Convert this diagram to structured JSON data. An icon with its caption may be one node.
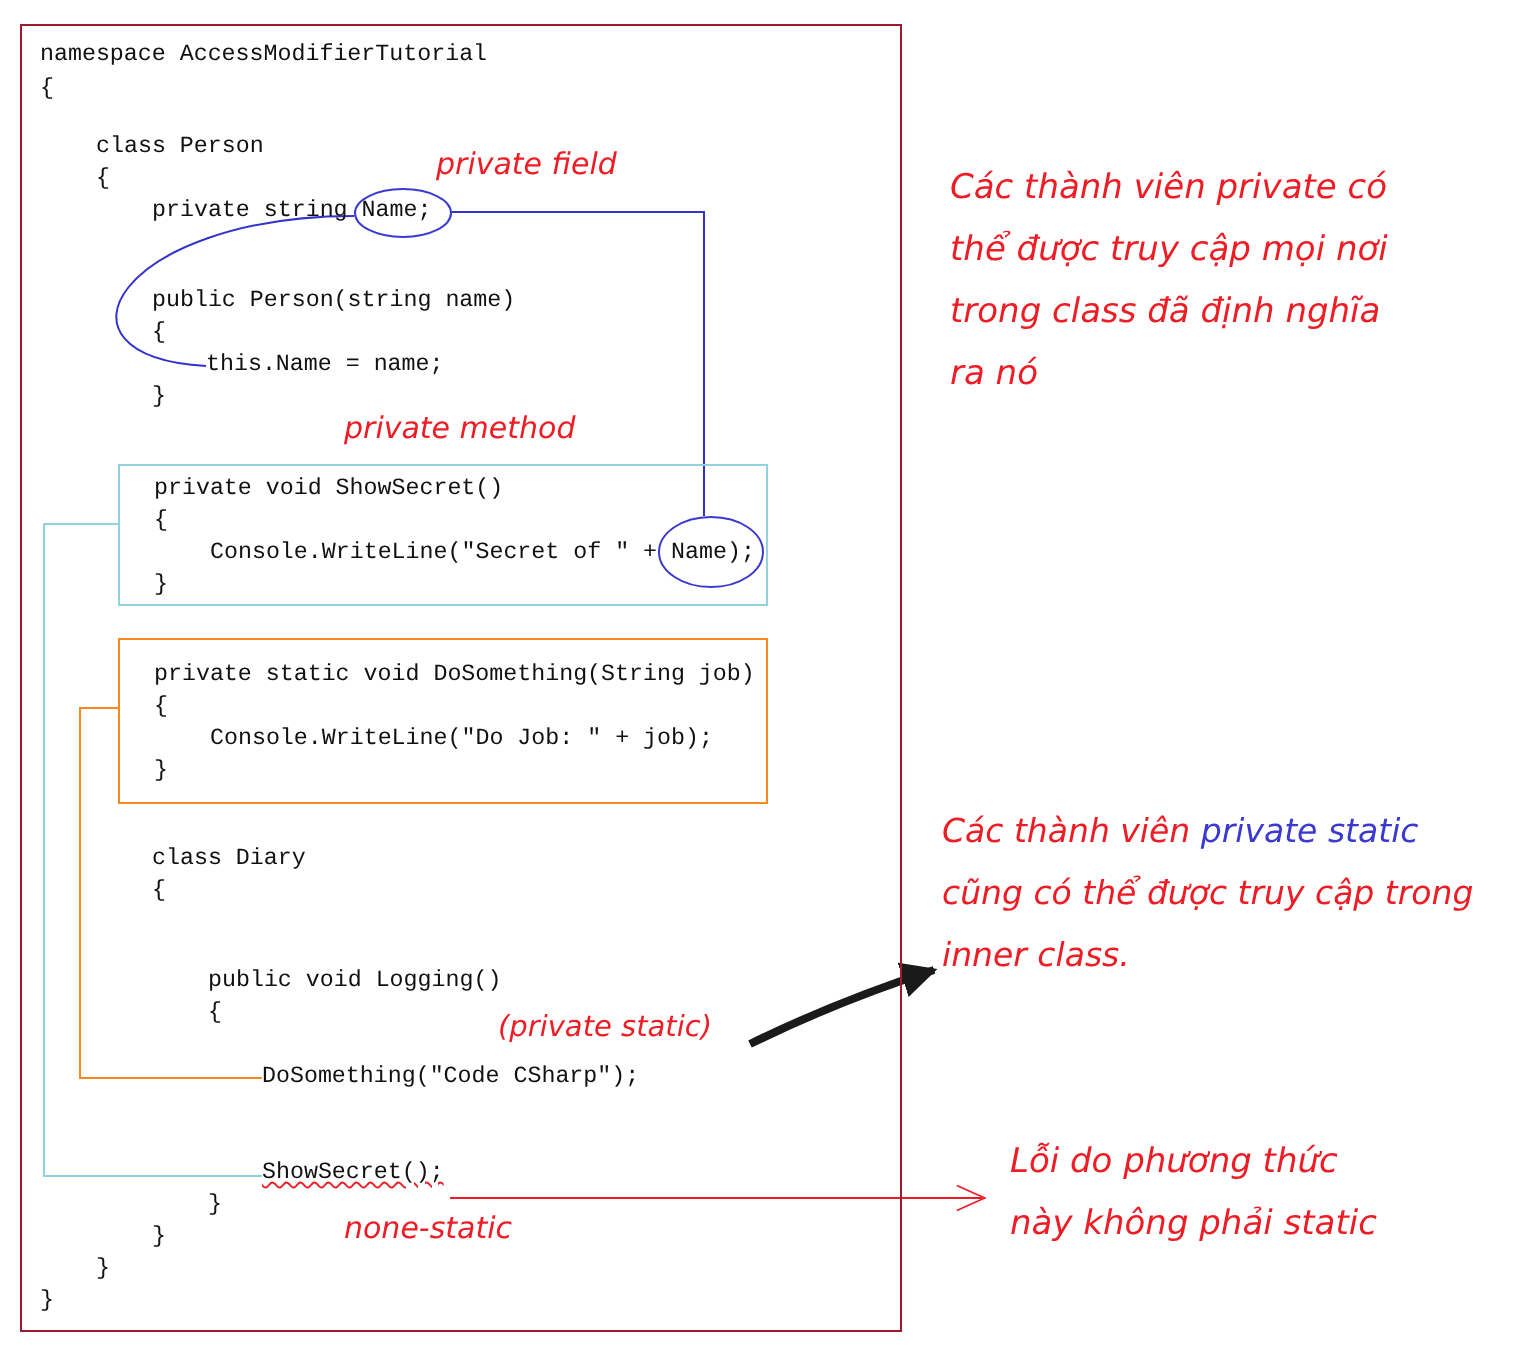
{
  "diagram": {
    "nodes": [
      {
        "text": [],
        "shape": "box"
      },
      {
        "text": [],
        "shape": "circle",
        "in": 0
      },
      {
        "text": [
          "this.Name = name;"
        ],
        "in": 0
      },
      {
        "text": [
          "private void ShowSecret()",
          "{",
          "Console.WriteLine(\"Secret of \" + Name);",
          "}"
        ],
        "in": 0
      },
      {
        "text": [],
        "shape": "circle",
        "in": 3
      },
      {
        "text": [
          "private static void DoSomething(String job)",
          "{",
          "Console.WriteLine(\"Do Job: \" + job);",
          "}"
        ],
        "in": 0
      },
      {
        "text": [
          "DoSomething(\"Code CSharp\");"
        ],
        "in": 0
      },
      {
        "text": [
          "ShowSecret();"
        ],
        "in": 0
      },
      {
        "text": [
          "Các thành viên **private static** cũng có thể được truy cập trong inner class."
        ]
      },
      {
        "text": [
          "(private static)"
        ],
        "in": 0
      },
      {
        "text": [
          "Lỗi do phương thức này không phải static"
        ]
      }
    ],
    "edges": [
      {
        "from": 1,
        "to": 2,
        "arrow": "none",
        "color": "#3333cc"
      },
      {
        "from": 1,
        "to": 4,
        "arrow": "none",
        "color": "#3333cc"
      },
      {
        "from": 3,
        "to": 7,
        "arrow": "none",
        "color": "#8fd3e0"
      },
      {
        "from": 5,
        "to": 6,
        "arrow": "none",
        "color": "#f7891f"
      },
      {
        "from": 9,
        "to": 8,
        "arrow": "to",
        "style": "thick",
        "color": "#1a1a1a"
      },
      {
        "from": 7,
        "to": 10,
        "arrow": "to",
        "color": "#ee1c24"
      }
    ],
    "labels": [
      "namespace AccessModifierTutorial",
      "{",
      "class Person",
      "{",
      "private field",
      "private string Name;",
      "Các thành viên private có thể được truy cập mọi nơi trong class đã định nghĩa ra nó",
      "public Person(string name)",
      "{",
      "}",
      "private method",
      "class Diary",
      "{",
      "public void Logging()",
      "{",
      "}",
      "}",
      "none-static",
      "}",
      "}"
    ]
  }
}
